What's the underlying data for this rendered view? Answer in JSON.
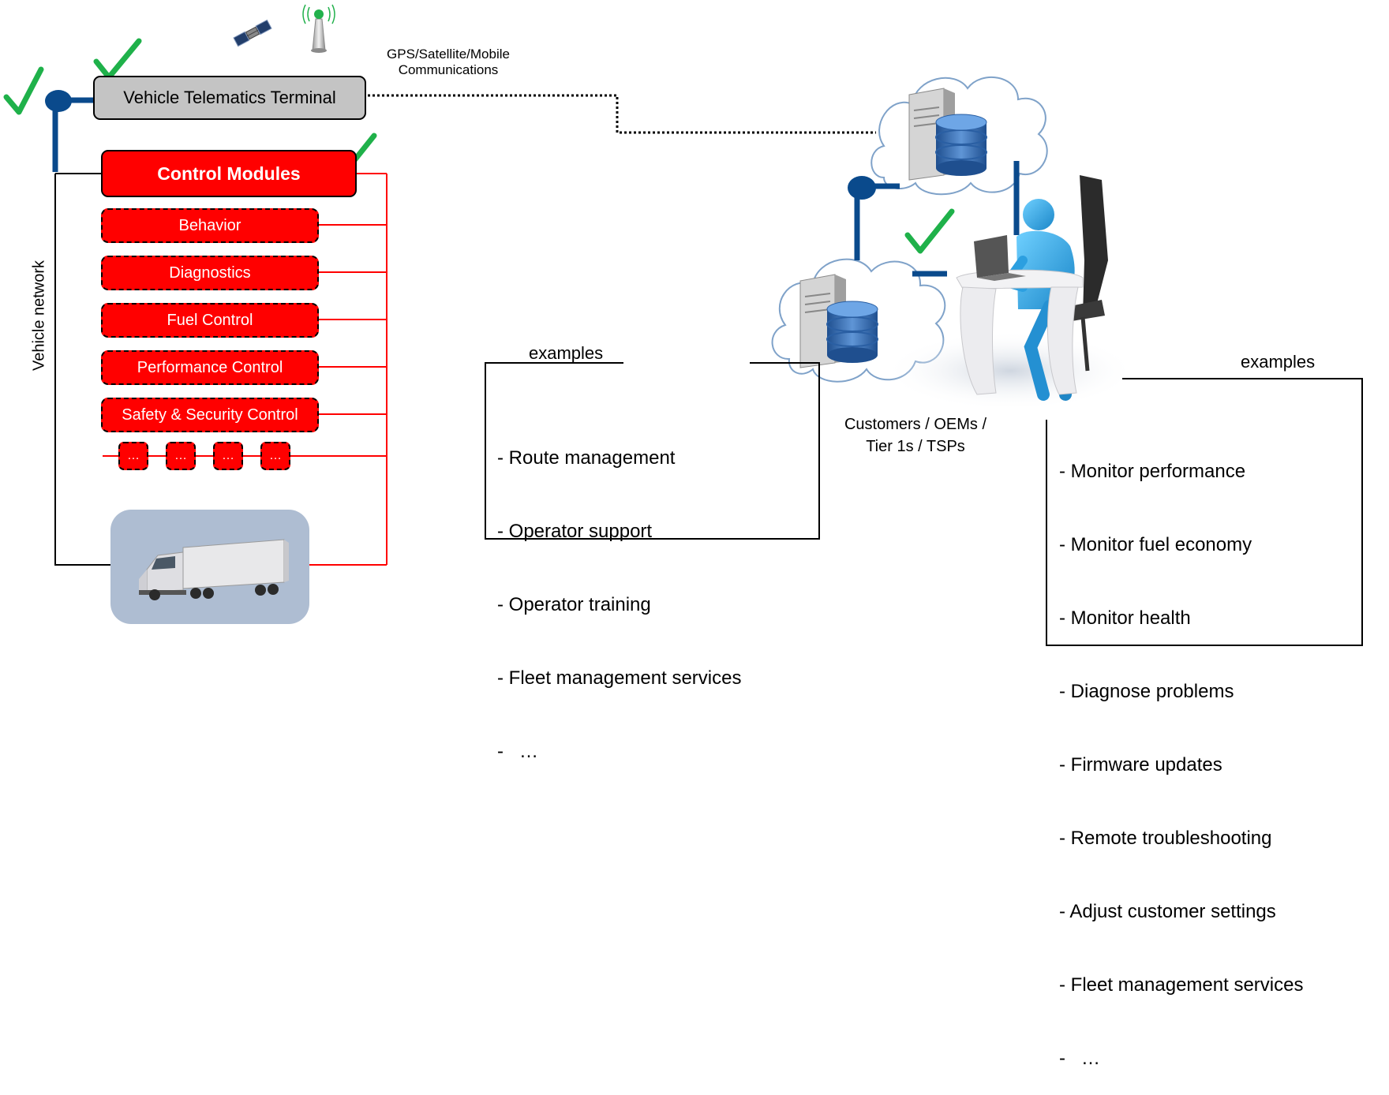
{
  "terminal": {
    "label": "Vehicle Telematics Terminal"
  },
  "comms": {
    "line1": "GPS/Satellite/Mobile",
    "line2": "Communications"
  },
  "control_modules": {
    "title": "Control Modules",
    "items": [
      "Behavior",
      "Diagnostics",
      "Fuel Control",
      "Performance Control",
      "Safety & Security Control"
    ],
    "more": [
      "…",
      "…",
      "…",
      "…"
    ]
  },
  "network": {
    "label": "Vehicle network"
  },
  "customers": {
    "line1": "Customers / OEMs /",
    "line2": "Tier 1s / TSPs"
  },
  "left_examples": {
    "title": "examples",
    "items": [
      "- Route management",
      "- Operator support",
      "- Operator training",
      "- Fleet management services",
      "-   …"
    ]
  },
  "right_examples": {
    "title": "examples",
    "items": [
      "- Monitor performance",
      "- Monitor fuel economy",
      "- Monitor health",
      "- Diagnose problems",
      "- Firmware updates",
      "- Remote troubleshooting",
      "- Adjust customer settings",
      "- Fleet management services",
      "-   …"
    ]
  },
  "colors": {
    "module_red": "#ff0000",
    "link_blue": "#0a4a8c",
    "check_green": "#1fb14a",
    "terminal_gray": "#c4c4c4",
    "truck_panel": "#aebdd2"
  }
}
